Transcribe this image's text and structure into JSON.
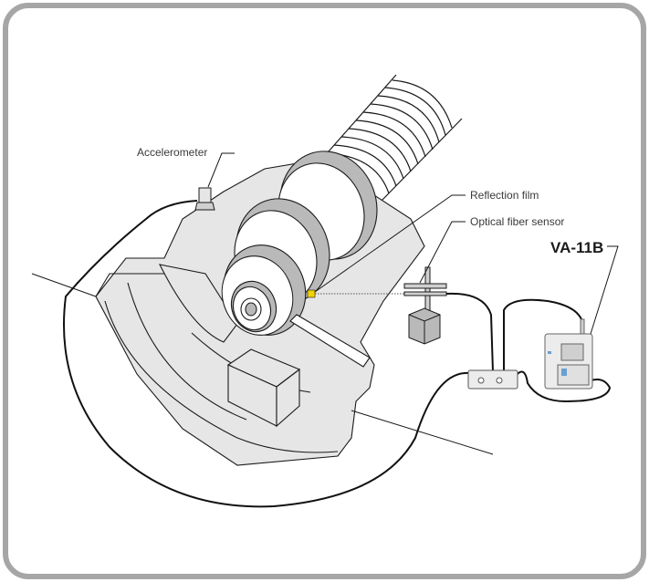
{
  "diagram": {
    "labels": {
      "accelerometer": "Accelerometer",
      "reflection_film": "Reflection film",
      "optical_fiber_sensor": "Optical fiber sensor",
      "analyzer": "VA-11B"
    },
    "colors": {
      "frame": "#a6a6a6",
      "housing_fill": "#e6e6e6",
      "band_fill": "#b9b9b9",
      "reflection_film": "#f2d200",
      "line": "#1a1a1a"
    }
  }
}
